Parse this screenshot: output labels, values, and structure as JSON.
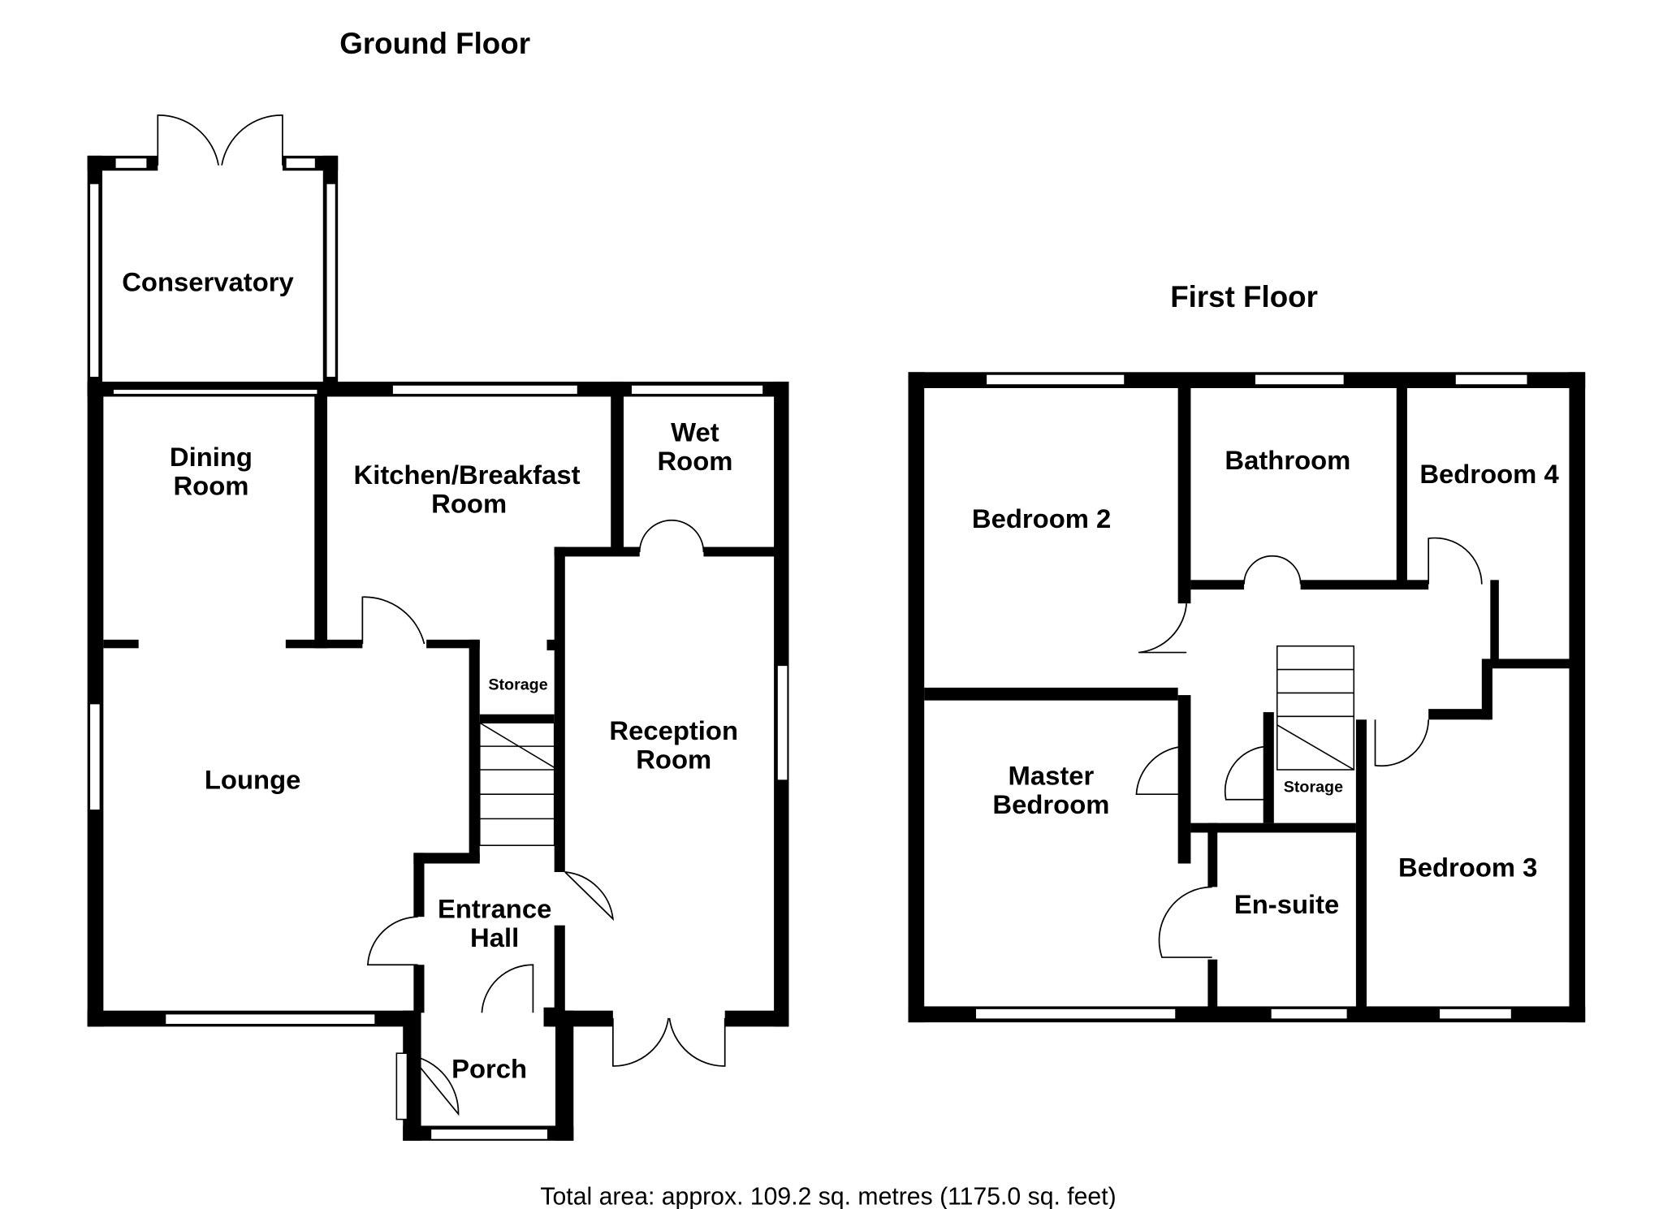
{
  "ground_floor": {
    "title": "Ground Floor",
    "rooms": {
      "conservatory": "Conservatory",
      "dining_line1": "Dining",
      "dining_line2": "Room",
      "kitchen_line1": "Kitchen/Breakfast",
      "kitchen_line2": "Room",
      "wet_line1": "Wet",
      "wet_line2": "Room",
      "storage": "Storage",
      "lounge": "Lounge",
      "reception_line1": "Reception",
      "reception_line2": "Room",
      "entrance_line1": "Entrance",
      "entrance_line2": "Hall",
      "porch": "Porch"
    }
  },
  "first_floor": {
    "title": "First Floor",
    "rooms": {
      "bedroom2": "Bedroom 2",
      "bathroom": "Bathroom",
      "bedroom4": "Bedroom 4",
      "master_line1": "Master",
      "master_line2": "Bedroom",
      "storage": "Storage",
      "ensuite": "En-suite",
      "bedroom3": "Bedroom 3"
    }
  },
  "footer": "Total area: approx. 109.2 sq. metres (1175.0 sq. feet)"
}
